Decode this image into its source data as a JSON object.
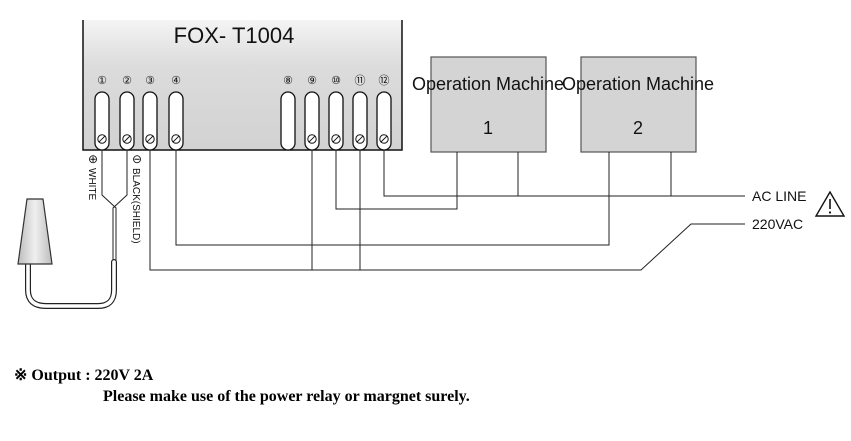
{
  "device": {
    "title": "FOX- T1004",
    "terminals": [
      "①",
      "②",
      "③",
      "④",
      "⑧",
      "⑨",
      "⑩",
      "⑪",
      "⑫"
    ],
    "box_color": "#d8d8d8"
  },
  "machines": [
    {
      "title": "Operation Machine",
      "number": "1"
    },
    {
      "title": "Operation Machine",
      "number": "2"
    }
  ],
  "machine_box_color": "#d4d4d4",
  "lines": {
    "ac_line": "AC LINE",
    "voltage": "220VAC",
    "warning_icon": "warning-triangle-icon"
  },
  "sensor_wires": {
    "plus_sign": "⊕",
    "white": "WHITE",
    "minus_sign": "⊖",
    "black_shield": "BLACK(SHIELD)"
  },
  "notes": {
    "output": "※ Output : 220V 2A",
    "instruction": "Please make use of the power relay or margnet surely."
  }
}
